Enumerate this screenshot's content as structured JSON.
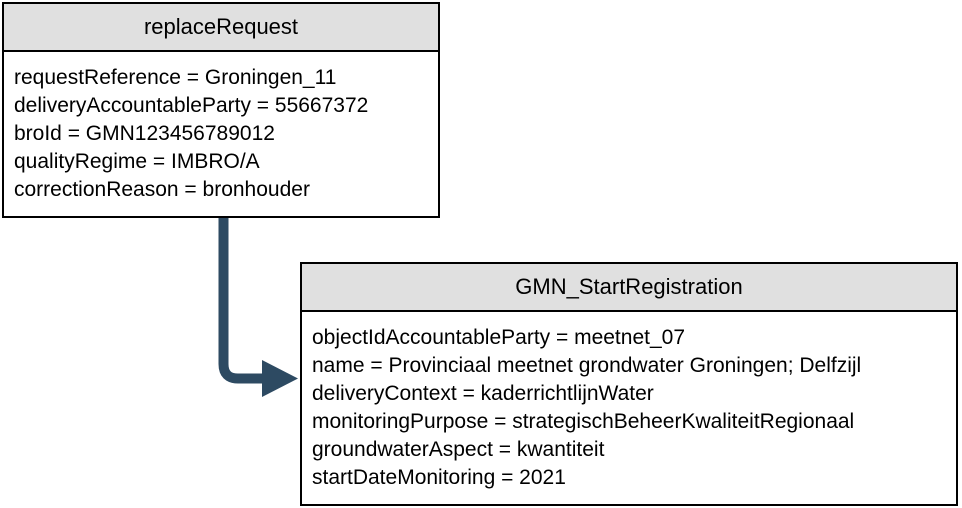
{
  "diagram": {
    "request_box": {
      "title": "replaceRequest",
      "attributes": [
        "requestReference = Groningen_11",
        "deliveryAccountableParty = 55667372",
        "broId = GMN123456789012",
        "qualityRegime = IMBRO/A",
        "correctionReason = bronhouder"
      ]
    },
    "registration_box": {
      "title": "GMN_StartRegistration",
      "attributes": [
        "objectIdAccountableParty = meetnet_07",
        "name = Provinciaal meetnet grondwater Groningen; Delfzijl",
        "deliveryContext = kaderrichtlijnWater",
        "monitoringPurpose = strategischBeheerKwaliteitRegionaal",
        "groundwaterAspect = kwantiteit",
        "startDateMonitoring = 2021"
      ]
    },
    "colors": {
      "arrow": "#2d4a62",
      "header_fill": "#e0e0e0",
      "border": "#000000",
      "background": "#ffffff"
    }
  }
}
